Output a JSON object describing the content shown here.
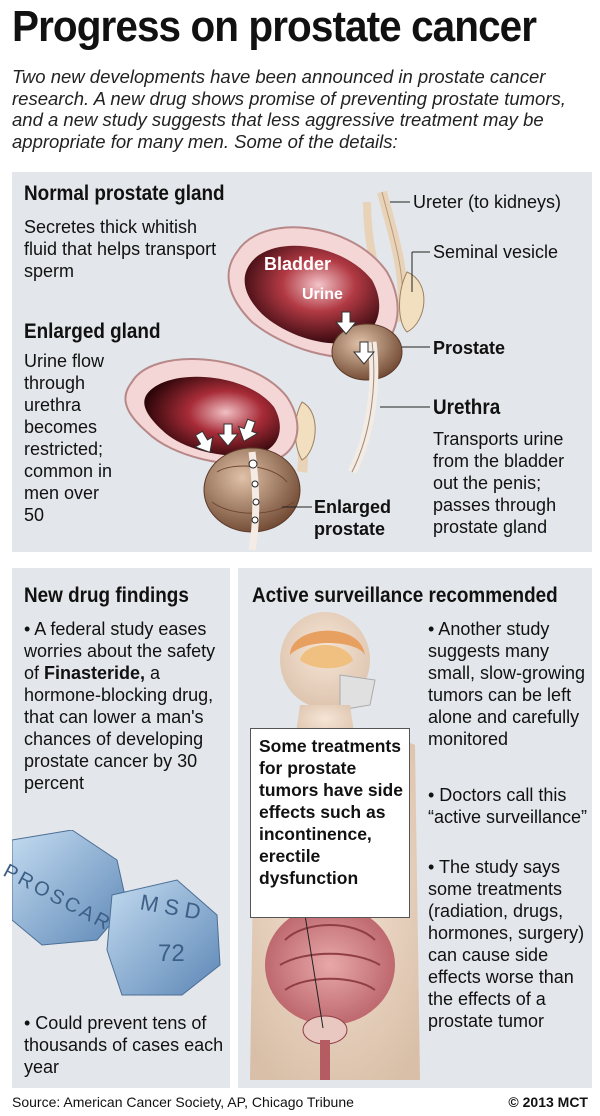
{
  "title": "Progress on prostate cancer",
  "intro": "Two new developments have been announced in prostate cancer research. A new drug shows promise of preventing prostate tumors, and a new study suggests that less aggressive treatment may be appropriate for many men. Some of the details:",
  "anatomy": {
    "normal_heading": "Normal prostate gland",
    "normal_text": "Secretes thick whitish fluid that helps transport sperm",
    "enlarged_heading": "Enlarged gland",
    "enlarged_text": "Urine flow through urethra becomes restricted; common in men over 50",
    "labels": {
      "ureter": "Ureter (to kidneys)",
      "seminal": "Seminal vesicle",
      "bladder": "Bladder",
      "urine": "Urine",
      "prostate": "Prostate",
      "urethra": "Urethra",
      "urethra_text": "Transports urine from the bladder out the penis; passes through prostate gland",
      "enlarged_prostate": "Enlarged prostate"
    }
  },
  "drug": {
    "heading": "New drug findings",
    "bullet1_pre": "• A federal study eases worries about the safety of ",
    "bullet1_bold": "Finasteride,",
    "bullet1_post": " a hormone-blocking drug, that can lower a man's chances of developing prostate cancer by 30 percent",
    "pill1": "PROSCAR",
    "pill2_top": "MSD",
    "pill2_bottom": "72",
    "bullet2": "• Could prevent tens of thousands of cases each year"
  },
  "surveillance": {
    "heading": "Active surveillance recommended",
    "bullet1": "• Another study suggests many small, slow-growing tumors can be left alone and carefully monitored",
    "bullet2": "• Doctors call this “active surveillance”",
    "bullet3": "• The study says some treatments (radiation, drugs, hormones, surgery) can cause side effects worse than the effects of a prostate tumor",
    "callout": "Some treatments for prostate tumors have side effects such as incontinence, erectile dysfunction"
  },
  "footer": {
    "source": "Source: American Cancer Society, AP, Chicago Tribune",
    "credit": "© 2013 MCT"
  },
  "colors": {
    "panel": "#e3e6ea",
    "bladder_red": "#9b1b24",
    "prostate_brown": "#a77b5f",
    "pill_blue": "#8fb3d6"
  }
}
